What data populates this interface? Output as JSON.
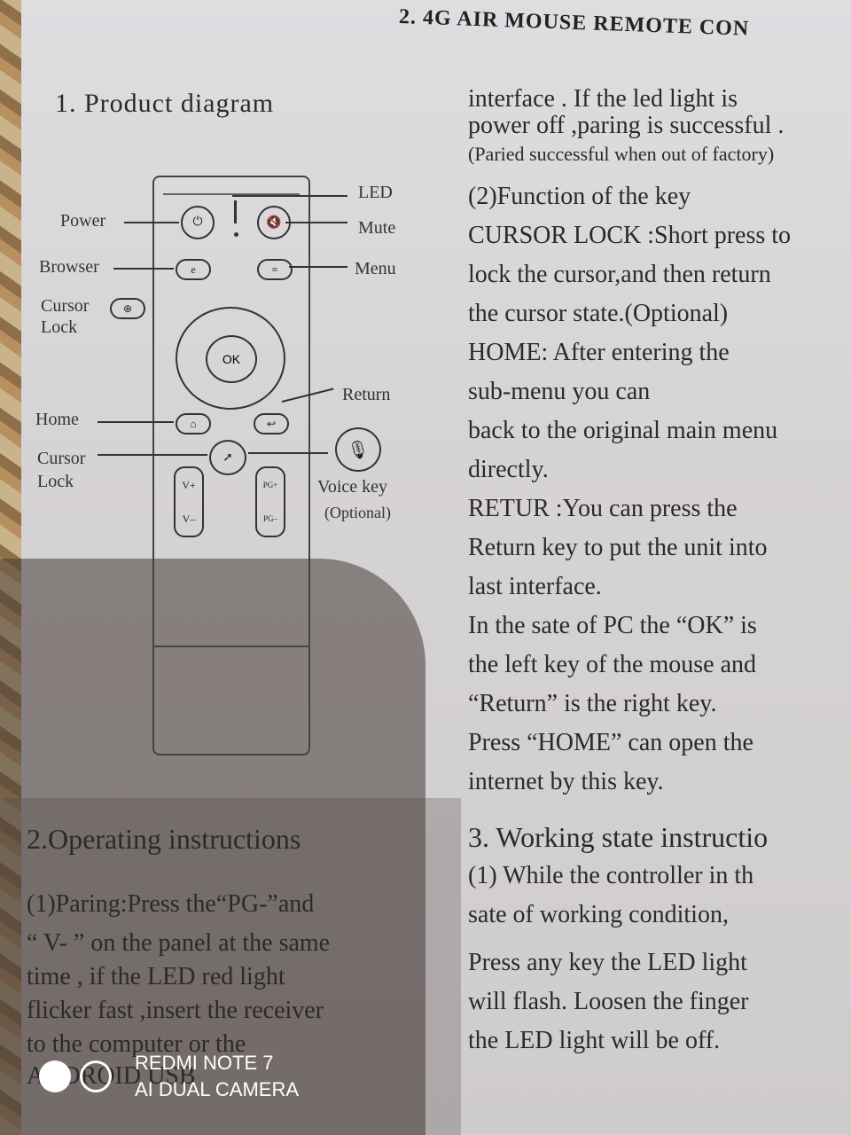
{
  "header": "2. 4G AIR MOUSE REMOTE CON",
  "diagram": {
    "title": "1. Product diagram",
    "labels": {
      "led": "LED",
      "power": "Power",
      "mute": "Mute",
      "browser": "Browser",
      "menu": "Menu",
      "cursor_lock_1a": "Cursor",
      "cursor_lock_1b": "Lock",
      "return": "Return",
      "home": "Home",
      "cursor_lock_2a": "Cursor",
      "cursor_lock_2b": "Lock",
      "voice_key": "Voice key",
      "optional": "(Optional)"
    },
    "buttons": {
      "ok": "OK",
      "vol_up": "V+",
      "vol_down": "V–",
      "pg_up": "PG+",
      "pg_down": "PG–"
    }
  },
  "right_column": {
    "lines": [
      "interface . If the led light is",
      "power off ,paring is successful .",
      "(Paried successful when out of factory)",
      "(2)Function of the key",
      "CURSOR LOCK :Short press to",
      "lock the cursor,and then return",
      "the cursor state.(Optional)",
      "HOME: After entering the",
      "sub-menu you can",
      "back to the original main menu",
      "directly.",
      "RETUR :You can press the",
      "Return key to put the unit into",
      "last interface.",
      "In the sate of PC the “OK” is",
      "the left key of the mouse and",
      "“Return” is the right key.",
      "Press “HOME” can open the",
      "internet by this key.",
      "3. Working state instructio",
      "(1) While the controller in th",
      "sate of working condition,",
      "Press any key the LED light",
      "will flash. Loosen the finger",
      "the LED light will be off."
    ]
  },
  "operating": {
    "title": "2.Operating instructions",
    "lines": [
      "(1)Paring:Press the“PG-”and",
      "“ V- ” on the panel at the same",
      "time , if the LED red light",
      "flicker fast ,insert the receiver",
      "to the computer or the",
      "ANDROID           USB"
    ]
  },
  "watermark": {
    "line1": "REDMI NOTE 7",
    "line2": "AI DUAL CAMERA"
  }
}
